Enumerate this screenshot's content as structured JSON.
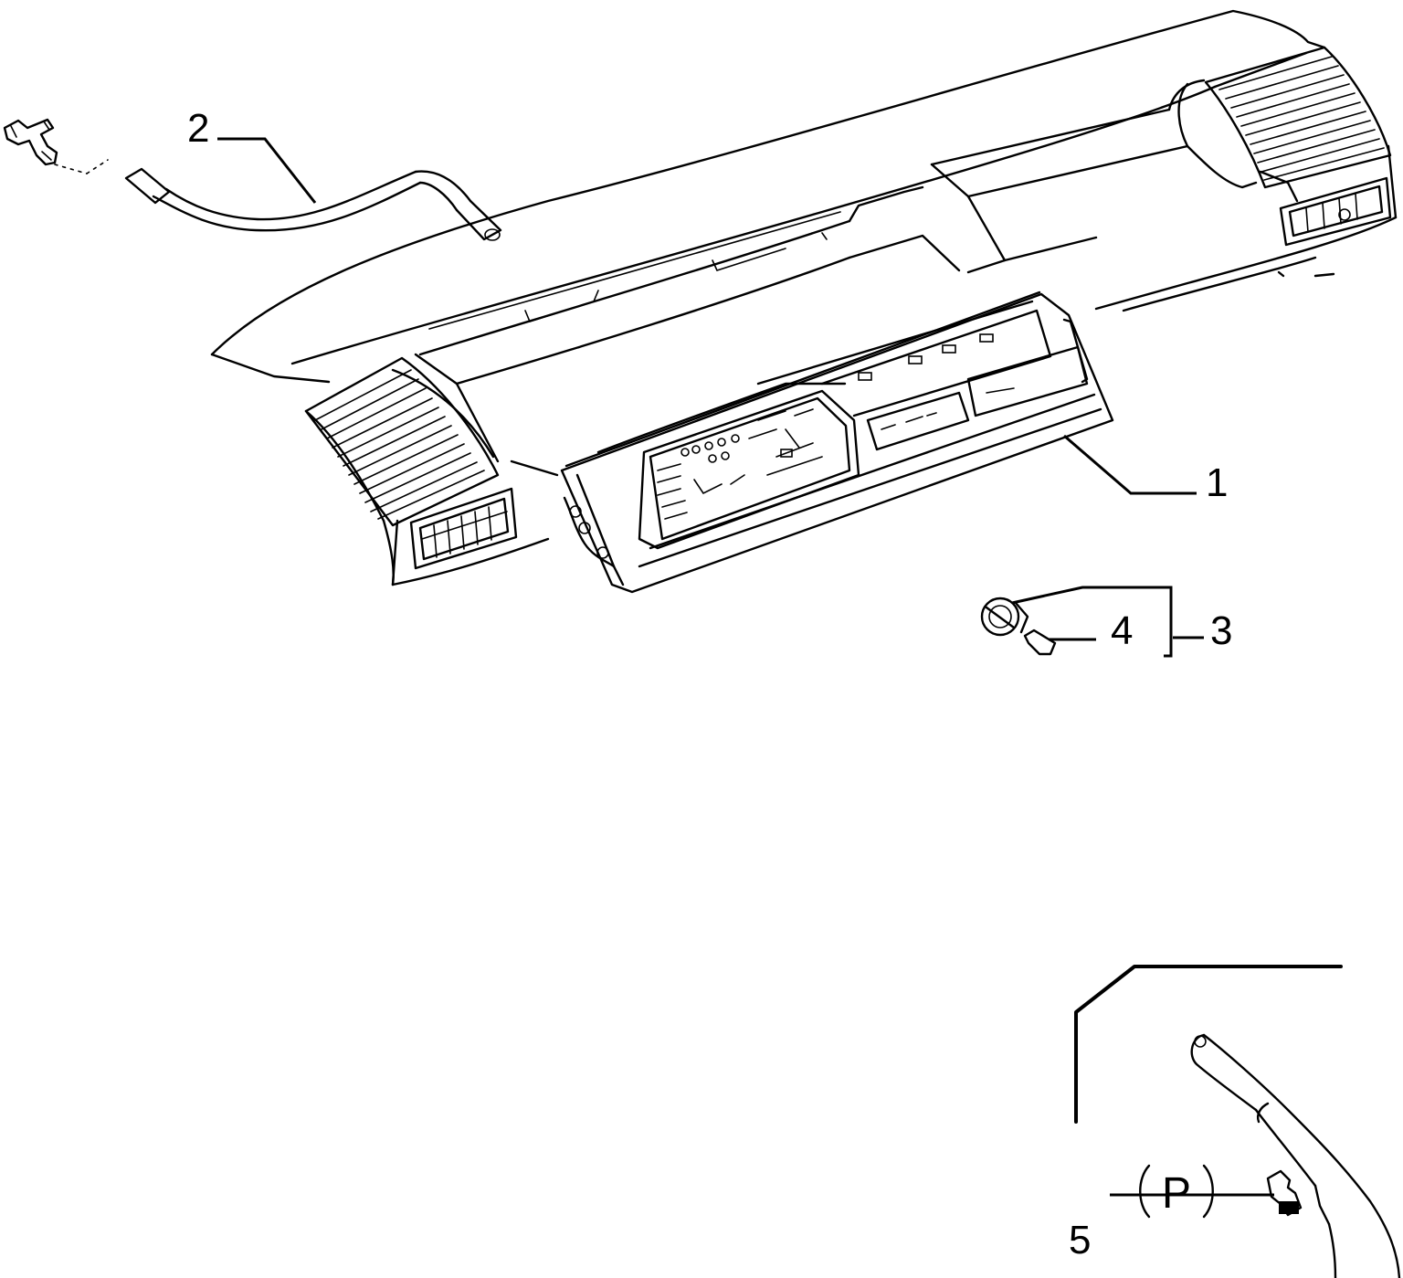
{
  "callouts": [
    {
      "id": "1",
      "label": "1"
    },
    {
      "id": "2",
      "label": "2"
    },
    {
      "id": "3",
      "label": "3"
    },
    {
      "id": "4",
      "label": "4"
    },
    {
      "id": "5",
      "label": "5"
    }
  ],
  "parking_symbol": "P"
}
